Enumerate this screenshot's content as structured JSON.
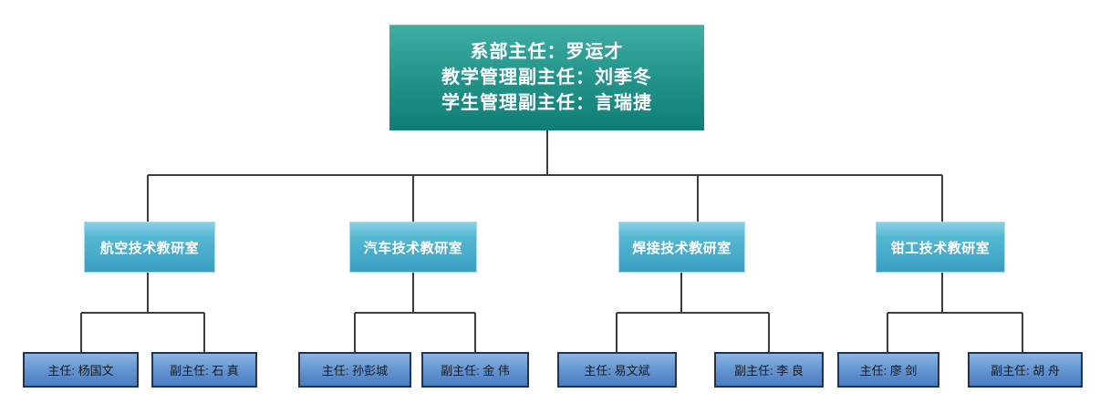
{
  "diagram": {
    "type": "org-chart",
    "root": {
      "line1": "系部主任：罗运才",
      "line2": "教学管理副主任：刘季冬",
      "line3": "学生管理副主任：言瑞捷"
    },
    "departments": [
      {
        "label": "航空技术教研室",
        "director": "主任: 杨国文",
        "deputy": "副主任: 石 真"
      },
      {
        "label": "汽车技术教研室",
        "director": "主任: 孙彭城",
        "deputy": "副主任: 金 伟"
      },
      {
        "label": "焊接技术教研室",
        "director": "主任: 易文斌",
        "deputy": "副主任: 李 良"
      },
      {
        "label": "钳工技术教研室",
        "director": "主任: 廖 剑",
        "deputy": "副主任: 胡 舟"
      }
    ],
    "colors": {
      "root_box_top": "#41aea3",
      "root_box_bottom": "#0f7d75",
      "dept_box_top": "#8ad2e4",
      "dept_box_bottom": "#3a9fc1",
      "member_box_top": "#8db4e2",
      "member_box_bottom": "#4a7dc0",
      "member_border": "#20344f",
      "connector": "#3c3c3c",
      "text_light": "#ffffff",
      "text_dark": "#1a1a1a"
    }
  }
}
